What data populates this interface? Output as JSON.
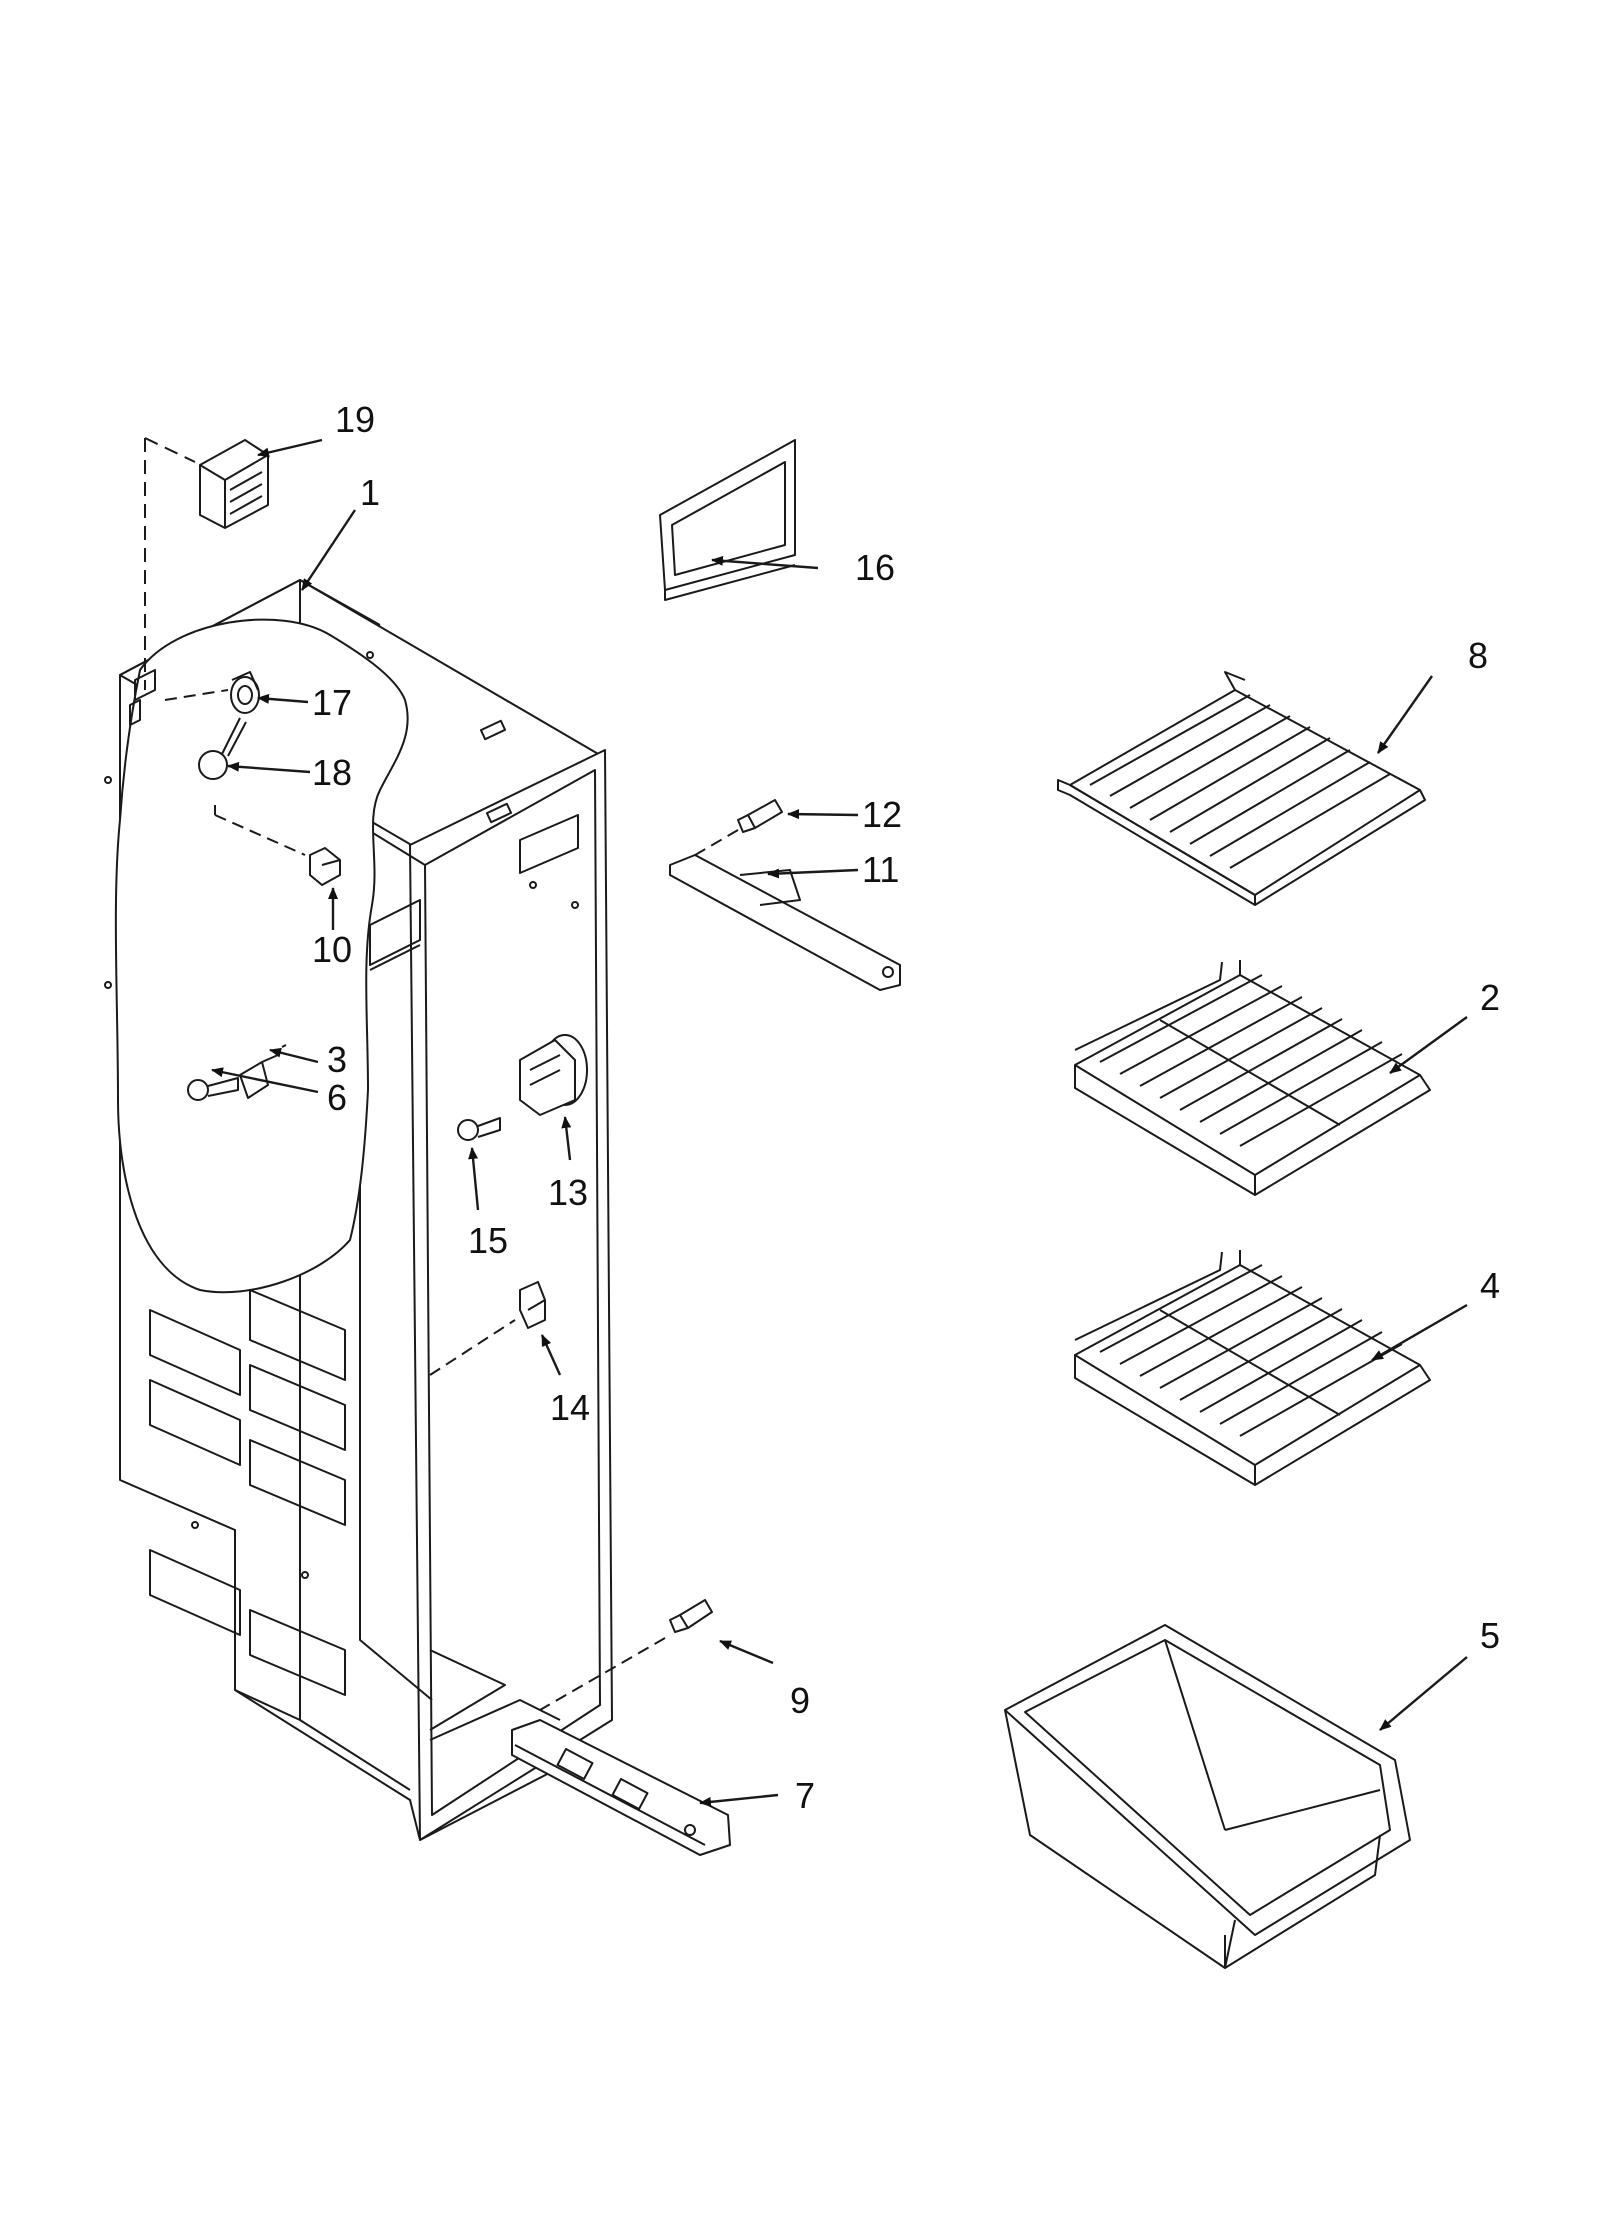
{
  "diagram": {
    "callouts": [
      {
        "id": "1",
        "label": "1"
      },
      {
        "id": "2",
        "label": "2"
      },
      {
        "id": "3",
        "label": "3"
      },
      {
        "id": "4",
        "label": "4"
      },
      {
        "id": "5",
        "label": "5"
      },
      {
        "id": "6",
        "label": "6"
      },
      {
        "id": "7",
        "label": "7"
      },
      {
        "id": "8",
        "label": "8"
      },
      {
        "id": "9",
        "label": "9"
      },
      {
        "id": "10",
        "label": "10"
      },
      {
        "id": "11",
        "label": "11"
      },
      {
        "id": "12",
        "label": "12"
      },
      {
        "id": "13",
        "label": "13"
      },
      {
        "id": "14",
        "label": "14"
      },
      {
        "id": "15",
        "label": "15"
      },
      {
        "id": "16",
        "label": "16"
      },
      {
        "id": "17",
        "label": "17"
      },
      {
        "id": "18",
        "label": "18"
      },
      {
        "id": "19",
        "label": "19"
      }
    ],
    "colors": {
      "line": "#1a1a1a",
      "background": "#ffffff"
    }
  }
}
